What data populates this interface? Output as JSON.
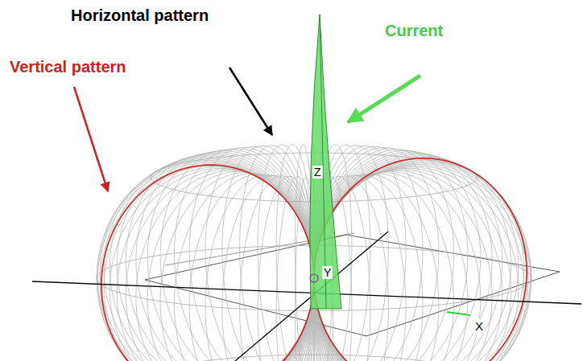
{
  "diagram": {
    "labels": [
      "Horizontal pattern",
      "Current",
      "Vertical pattern",
      "Z",
      "Y",
      "X"
    ]
  }
}
